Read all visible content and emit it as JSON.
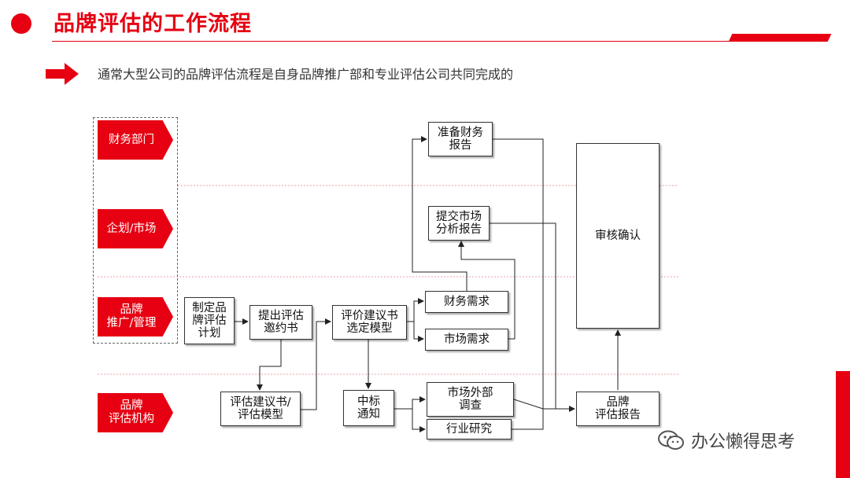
{
  "header": {
    "title": "品牌评估的工作流程",
    "subtitle": "通常大型公司的品牌评估流程是自身品牌推广部和专业评估公司共同完成的"
  },
  "departments": [
    "财务部门",
    "企划/市场",
    "品牌\n推广/管理",
    "品牌\n评估机构"
  ],
  "nodes": {
    "plan": "制定品\n牌评估\n计划",
    "invite": "提出评估\n邀约书",
    "proposal": "评估建议书/\n评估模型",
    "evaluate": "评价建议书\n选定模型",
    "award": "中标\n通知",
    "finance_need": "财务需求",
    "market_need": "市场需求",
    "finance_report": "准备财务\n报告",
    "market_report": "提交市场\n分析报告",
    "external_survey": "市场外部\n调查",
    "industry": "行业研究",
    "brand_report": "品牌\n评估报告",
    "review": "审核确认"
  },
  "watermark": "办公懒得思考",
  "colors": {
    "accent": "#e60012"
  }
}
